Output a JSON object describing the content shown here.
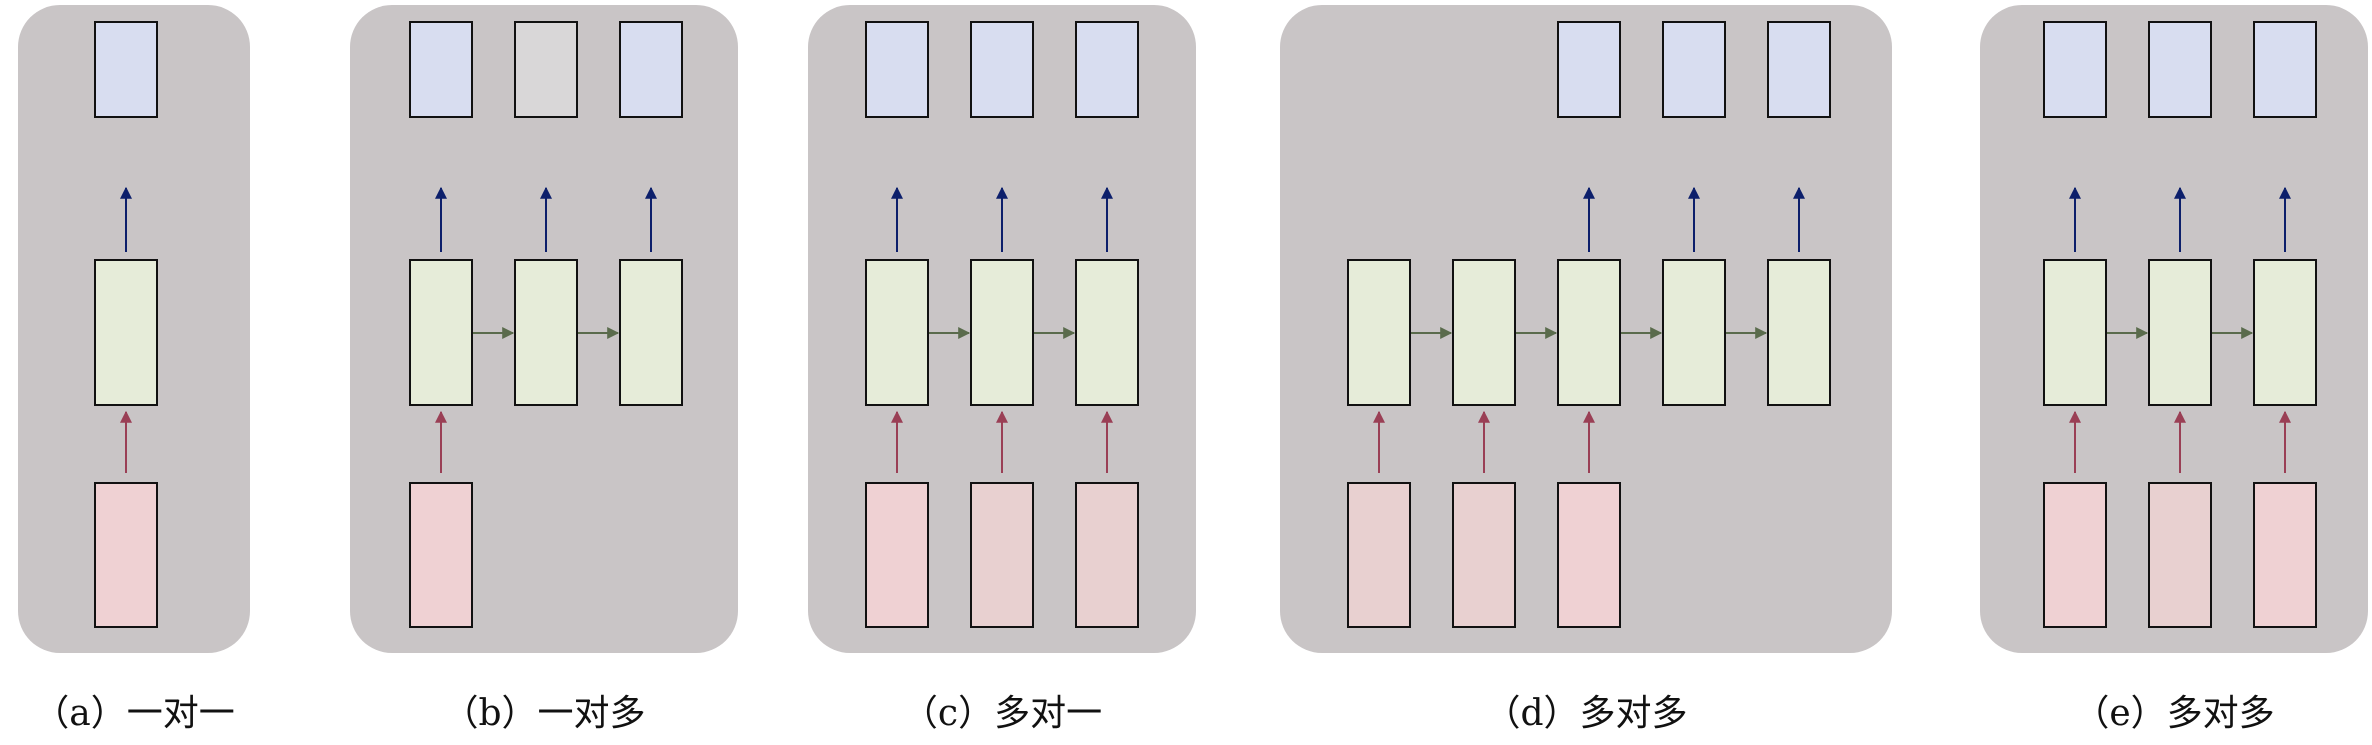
{
  "colors": {
    "panel": "#c9c5c6",
    "output": "#d8ddf0",
    "output_alt": "#d9d7d8",
    "hidden": "#e6ecd9",
    "input": "#efd1d3",
    "input_alt": "#e8d0d0",
    "output_arrow": "#0c1f6b",
    "input_arrow": "#9a3f55",
    "hidden_arrow": "#5a6b4c"
  },
  "panels": [
    {
      "id": "a",
      "caption": "（a）一对一",
      "outputs": 1,
      "inputs": 1
    },
    {
      "id": "b",
      "caption": "（b）一对多",
      "outputs": 3,
      "inputs": 1
    },
    {
      "id": "c",
      "caption": "（c）多对一",
      "outputs": 3,
      "inputs": 3
    },
    {
      "id": "d",
      "caption": "（d）多对多",
      "outputs": 3,
      "inputs": 3
    },
    {
      "id": "e",
      "caption": "（e）多对多",
      "outputs": 3,
      "inputs": 3
    }
  ]
}
